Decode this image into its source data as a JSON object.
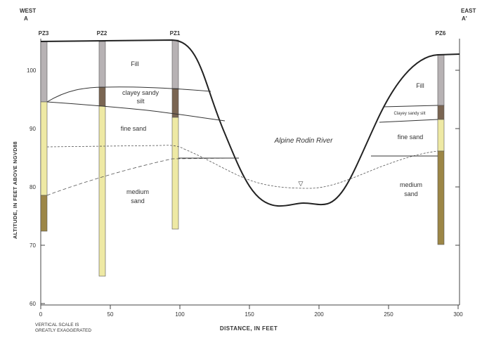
{
  "header": {
    "west_label": "WEST",
    "west_letter": "A",
    "east_label": "EAST",
    "east_letter": "A'"
  },
  "wells": [
    {
      "id": "P23",
      "label": "PZ3"
    },
    {
      "id": "P22",
      "label": "PZ2"
    },
    {
      "id": "P21",
      "label": "PZ1"
    },
    {
      "id": "P26",
      "label": "PZ6"
    }
  ],
  "units": {
    "fill_left": "Fill",
    "clayey_sandy_silt": [
      "clayey sandy",
      "silt"
    ],
    "fine_sand_left": "fine sand",
    "medium_sand_left": [
      "medium",
      "sand"
    ],
    "fill_right": "Fill",
    "clayey_sandy_silt_right": "Clayey sandy silt",
    "fine_sand_right": "fine sand",
    "medium_sand_right": [
      "medium",
      "sand"
    ]
  },
  "river_label": "Alpine Rodin River",
  "water_table_symbol": "▽",
  "axes": {
    "y_label": "ALTITUDE, IN FEET ABOVE NGVD88",
    "y_ticks": [
      "100",
      "90",
      "80",
      "70",
      "60"
    ],
    "x_label": "DISTANCE, IN FEET",
    "x_ticks": [
      "0",
      "50",
      "100",
      "150",
      "200",
      "250",
      "300"
    ]
  },
  "note": [
    "VERTICAL SCALE IS",
    "GREATLY EXAGGERATED"
  ],
  "colors": {
    "fill_casing": "#b7b2b4",
    "silt_casing": "#7a6552",
    "sand_casing": "#eee9a4",
    "medium_sand_casing": "#9c8646",
    "outline": "#222222"
  }
}
